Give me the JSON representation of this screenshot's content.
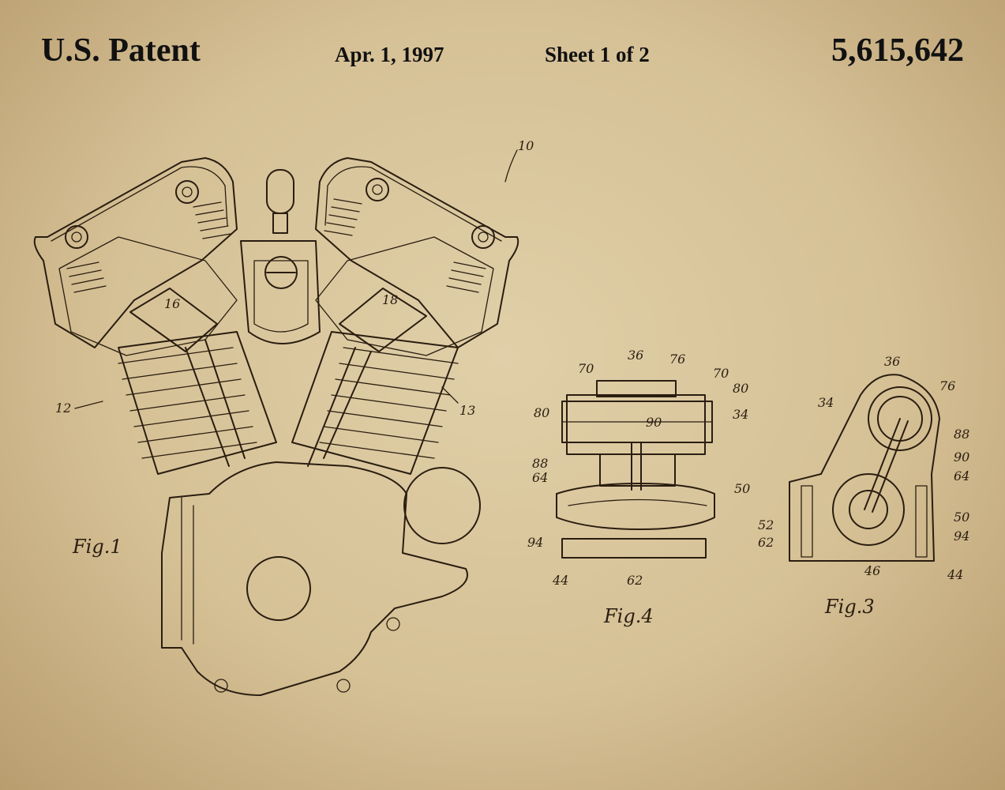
{
  "header": {
    "patent_label": "U.S. Patent",
    "date": "Apr. 1, 1997",
    "sheet": "Sheet 1 of 2",
    "patent_number": "5,615,642"
  },
  "figures": [
    {
      "id": "fig1",
      "label": "Fig.1",
      "refs": [
        "10",
        "12",
        "13",
        "16",
        "18"
      ]
    },
    {
      "id": "fig4",
      "label": "Fig.4",
      "refs": [
        "70",
        "36",
        "76",
        "70",
        "80",
        "80",
        "34",
        "90",
        "88",
        "64",
        "50",
        "94",
        "44",
        "62"
      ]
    },
    {
      "id": "fig3",
      "label": "Fig.3",
      "refs": [
        "36",
        "34",
        "76",
        "88",
        "90",
        "64",
        "52",
        "62",
        "50",
        "94",
        "46",
        "44"
      ]
    }
  ],
  "colors": {
    "paper": "#d6c196",
    "ink": "#2a1d10",
    "header_text": "#111111"
  }
}
